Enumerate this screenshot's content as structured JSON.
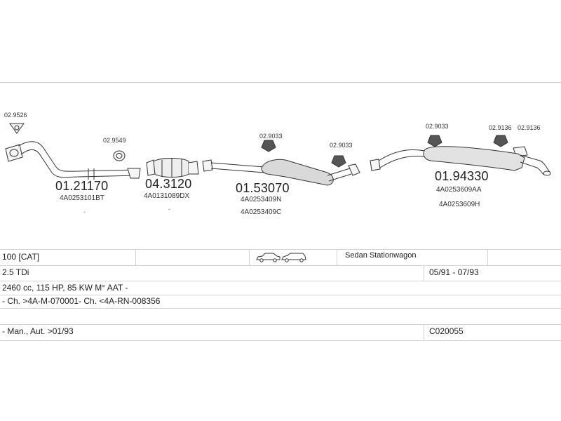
{
  "diagram": {
    "accessories": [
      {
        "code": "02.9526"
      },
      {
        "code": "02.9549"
      },
      {
        "code": "02.9033"
      },
      {
        "code": "02.9033"
      },
      {
        "code": "02.9033"
      },
      {
        "code": "02.9136"
      },
      {
        "code": "02.9136"
      }
    ],
    "parts": [
      {
        "number": "01.21170",
        "refs": [
          "4A0253101BT"
        ]
      },
      {
        "number": "04.3120",
        "refs": [
          "4A0131089DX"
        ]
      },
      {
        "number": "01.53070",
        "refs": [
          "4A0253409N",
          "4A0253409C"
        ]
      },
      {
        "number": "01.94330",
        "refs": [
          "4A0253609AA",
          "4A0253609H"
        ]
      }
    ],
    "separator": "-"
  },
  "table": {
    "model": "100  [CAT]",
    "body_types": "Sedan  Stationwagon",
    "engine": "2.5 TDi",
    "years": "05/91 - 07/93",
    "specs": "2460 cc, 115 HP, 85 KW M° AAT -",
    "chassis": "- Ch. >4A-M-070001- Ch. <4A-RN-008356",
    "transmission": "- Man., Aut. >01/93",
    "catalog_code": "C020055"
  }
}
